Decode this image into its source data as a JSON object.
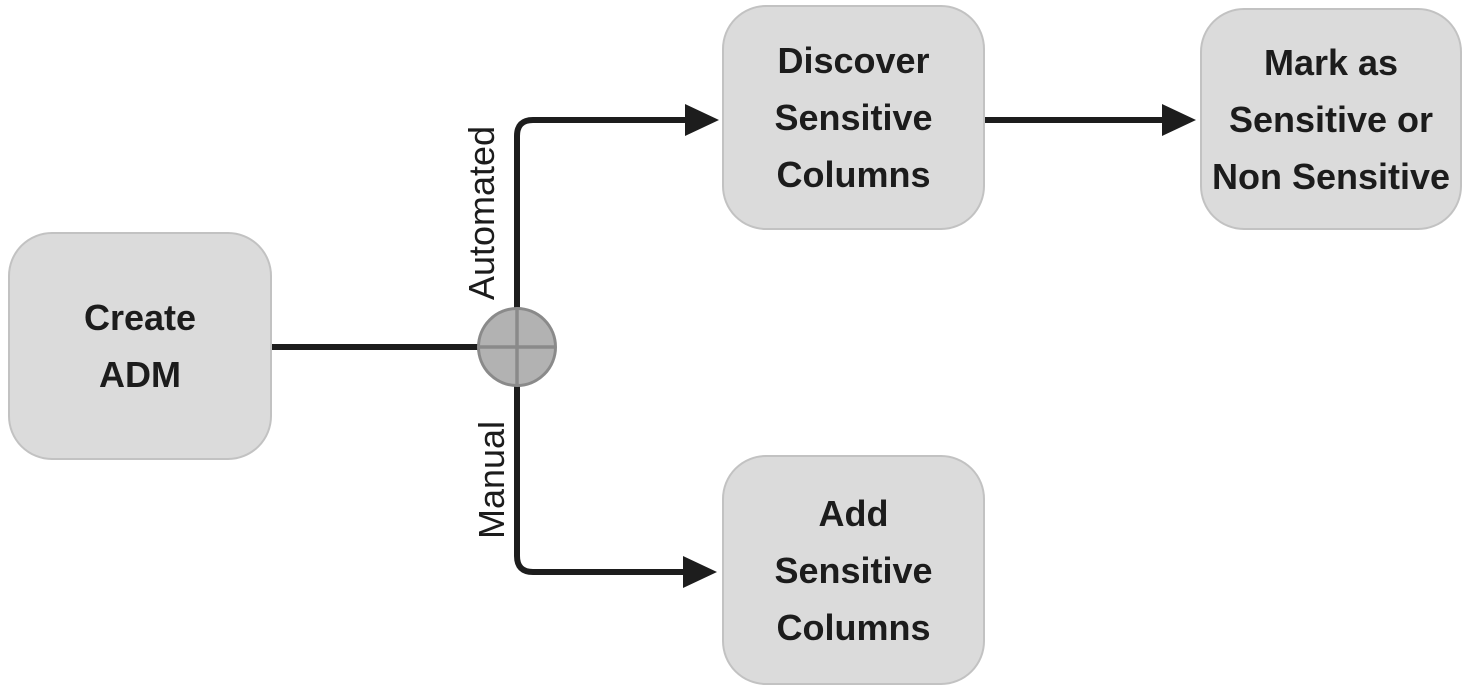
{
  "diagram": {
    "type": "flowchart",
    "nodes": {
      "create_adm": {
        "lines": [
          "Create",
          "ADM"
        ]
      },
      "discover": {
        "lines": [
          "Discover",
          "Sensitive",
          "Columns"
        ]
      },
      "mark": {
        "lines": [
          "Mark as",
          "Sensitive or",
          "Non Sensitive"
        ]
      },
      "add": {
        "lines": [
          "Add",
          "Sensitive",
          "Columns"
        ]
      }
    },
    "edge_labels": {
      "automated": "Automated",
      "manual": "Manual"
    },
    "edges": [
      {
        "from": "create_adm",
        "to": "junction",
        "label": ""
      },
      {
        "from": "junction",
        "to": "discover",
        "label": "Automated"
      },
      {
        "from": "junction",
        "to": "add",
        "label": "Manual"
      },
      {
        "from": "discover",
        "to": "mark",
        "label": ""
      }
    ],
    "colors": {
      "node_fill": "#dbdbdb",
      "node_border": "#c2c2c2",
      "edge": "#1d1d1d",
      "junction_fill": "#b2b2b2",
      "junction_border": "#8a8a8a",
      "text": "#1c1c1c",
      "background": "#ffffff"
    }
  }
}
